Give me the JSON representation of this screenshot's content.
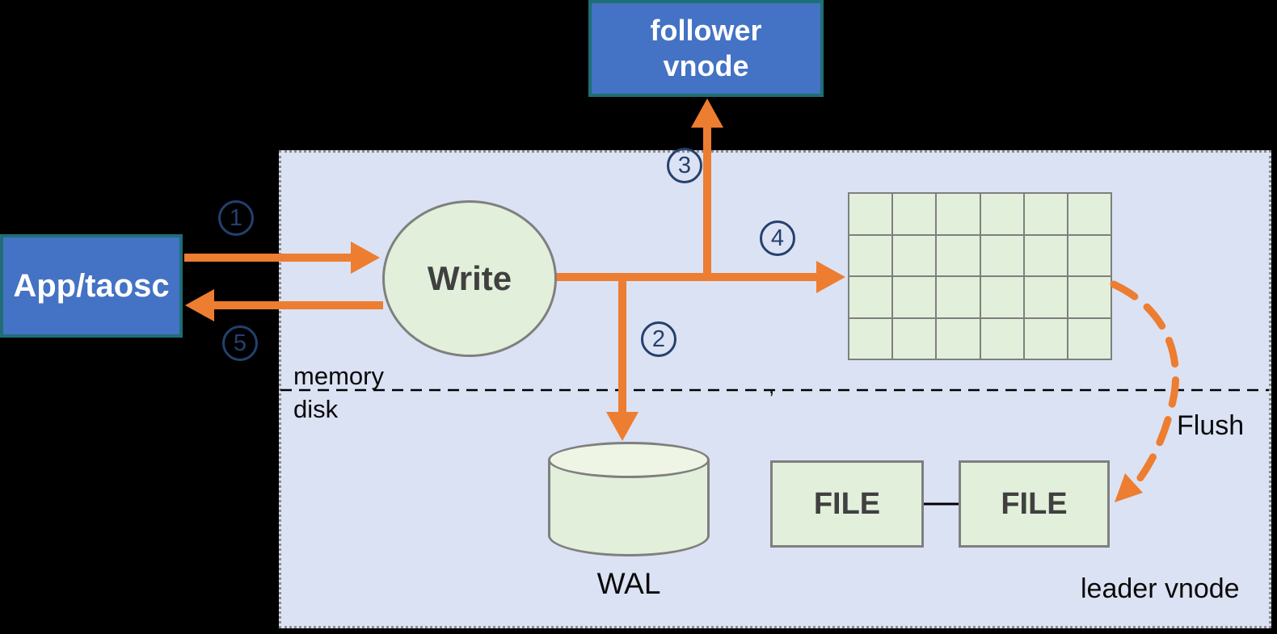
{
  "colors": {
    "background": "#000000",
    "container_fill": "#dbe2f3",
    "container_border": "#8c8c8c",
    "blue_node_fill": "#4472c4",
    "blue_node_border": "#1e6e75",
    "green_node_fill": "#e2efda",
    "green_node_fill_light": "#eef5e4",
    "green_node_border": "#7f7f7f",
    "arrow_orange": "#ed7d31",
    "step_badge_navy": "#24406e",
    "node_text_dark": "#404040",
    "label_text_black": "#0a0a0a"
  },
  "nodes": {
    "follower_vnode": {
      "label": "follower\nvnode"
    },
    "app_taosc": {
      "label": "App/taosc"
    },
    "write": {
      "label": "Write"
    },
    "wal": {
      "label": "WAL"
    },
    "file_1": {
      "label": "FILE"
    },
    "file_2": {
      "label": "FILE"
    },
    "memtable_grid": {
      "rows": 4,
      "cols": 6
    }
  },
  "labels": {
    "memory": "memory",
    "disk": "disk",
    "flush": "Flush",
    "leader_vnode": "leader vnode",
    "tick_mark": ","
  },
  "steps": [
    "1",
    "2",
    "3",
    "4",
    "5"
  ]
}
